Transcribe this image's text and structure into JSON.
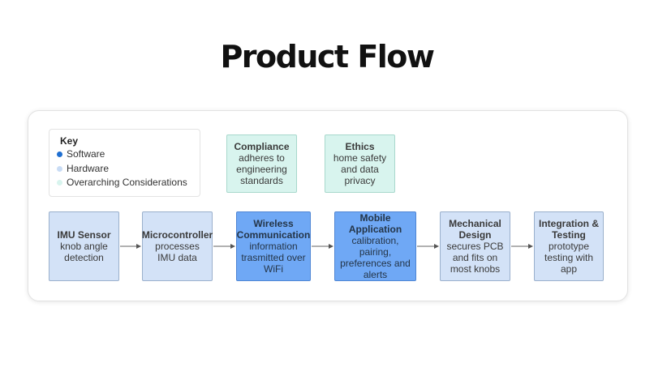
{
  "title": "Product Flow",
  "colors": {
    "software": "#1f6fd1",
    "hardware": "#c9dcf5",
    "overarching": "#d8f4ee",
    "software_fill": "#6fa8f5",
    "hardware_fill": "#d3e2f7"
  },
  "key": {
    "title": "Key",
    "items": [
      {
        "label": "Software",
        "color": "#1f6fd1"
      },
      {
        "label": "Hardware",
        "color": "#c9dcf5"
      },
      {
        "label": "Overarching Considerations",
        "color": "#d8f4ee"
      }
    ]
  },
  "considerations": [
    {
      "title": "Compliance",
      "body": "adheres to engineering standards"
    },
    {
      "title": "Ethics",
      "body": "home safety and data privacy"
    }
  ],
  "flow": [
    {
      "title": "IMU Sensor",
      "body": "knob angle detection",
      "category": "hardware"
    },
    {
      "title": "Microcontroller",
      "body": "processes IMU data",
      "category": "hardware"
    },
    {
      "title": "Wireless Communication",
      "body": "information trasmitted over WiFi",
      "category": "software"
    },
    {
      "title": "Mobile Application",
      "body": "calibration, pairing, preferences and alerts",
      "category": "software"
    },
    {
      "title": "Mechanical Design",
      "body": "secures PCB and fits on most knobs",
      "category": "hardware"
    },
    {
      "title": "Integration & Testing",
      "body": "prototype testing with app",
      "category": "hardware"
    }
  ]
}
